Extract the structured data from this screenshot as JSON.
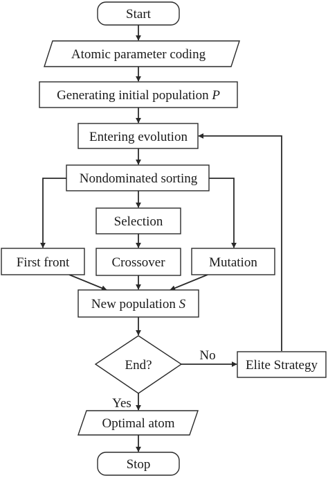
{
  "nodes": {
    "start": "Start",
    "coding": "Atomic parameter coding",
    "init_prefix": "Generating initial population ",
    "init_var": "P",
    "evolution": "Entering evolution",
    "sorting": "Nondominated sorting",
    "selection": "Selection",
    "first_front": "First front",
    "crossover": "Crossover",
    "mutation": "Mutation",
    "newpop_prefix": "New population ",
    "newpop_var": "S",
    "end": "End?",
    "elite": "Elite Strategy",
    "optimal": "Optimal atom",
    "stop": "Stop"
  },
  "edge_labels": {
    "no": "No",
    "yes": "Yes"
  }
}
